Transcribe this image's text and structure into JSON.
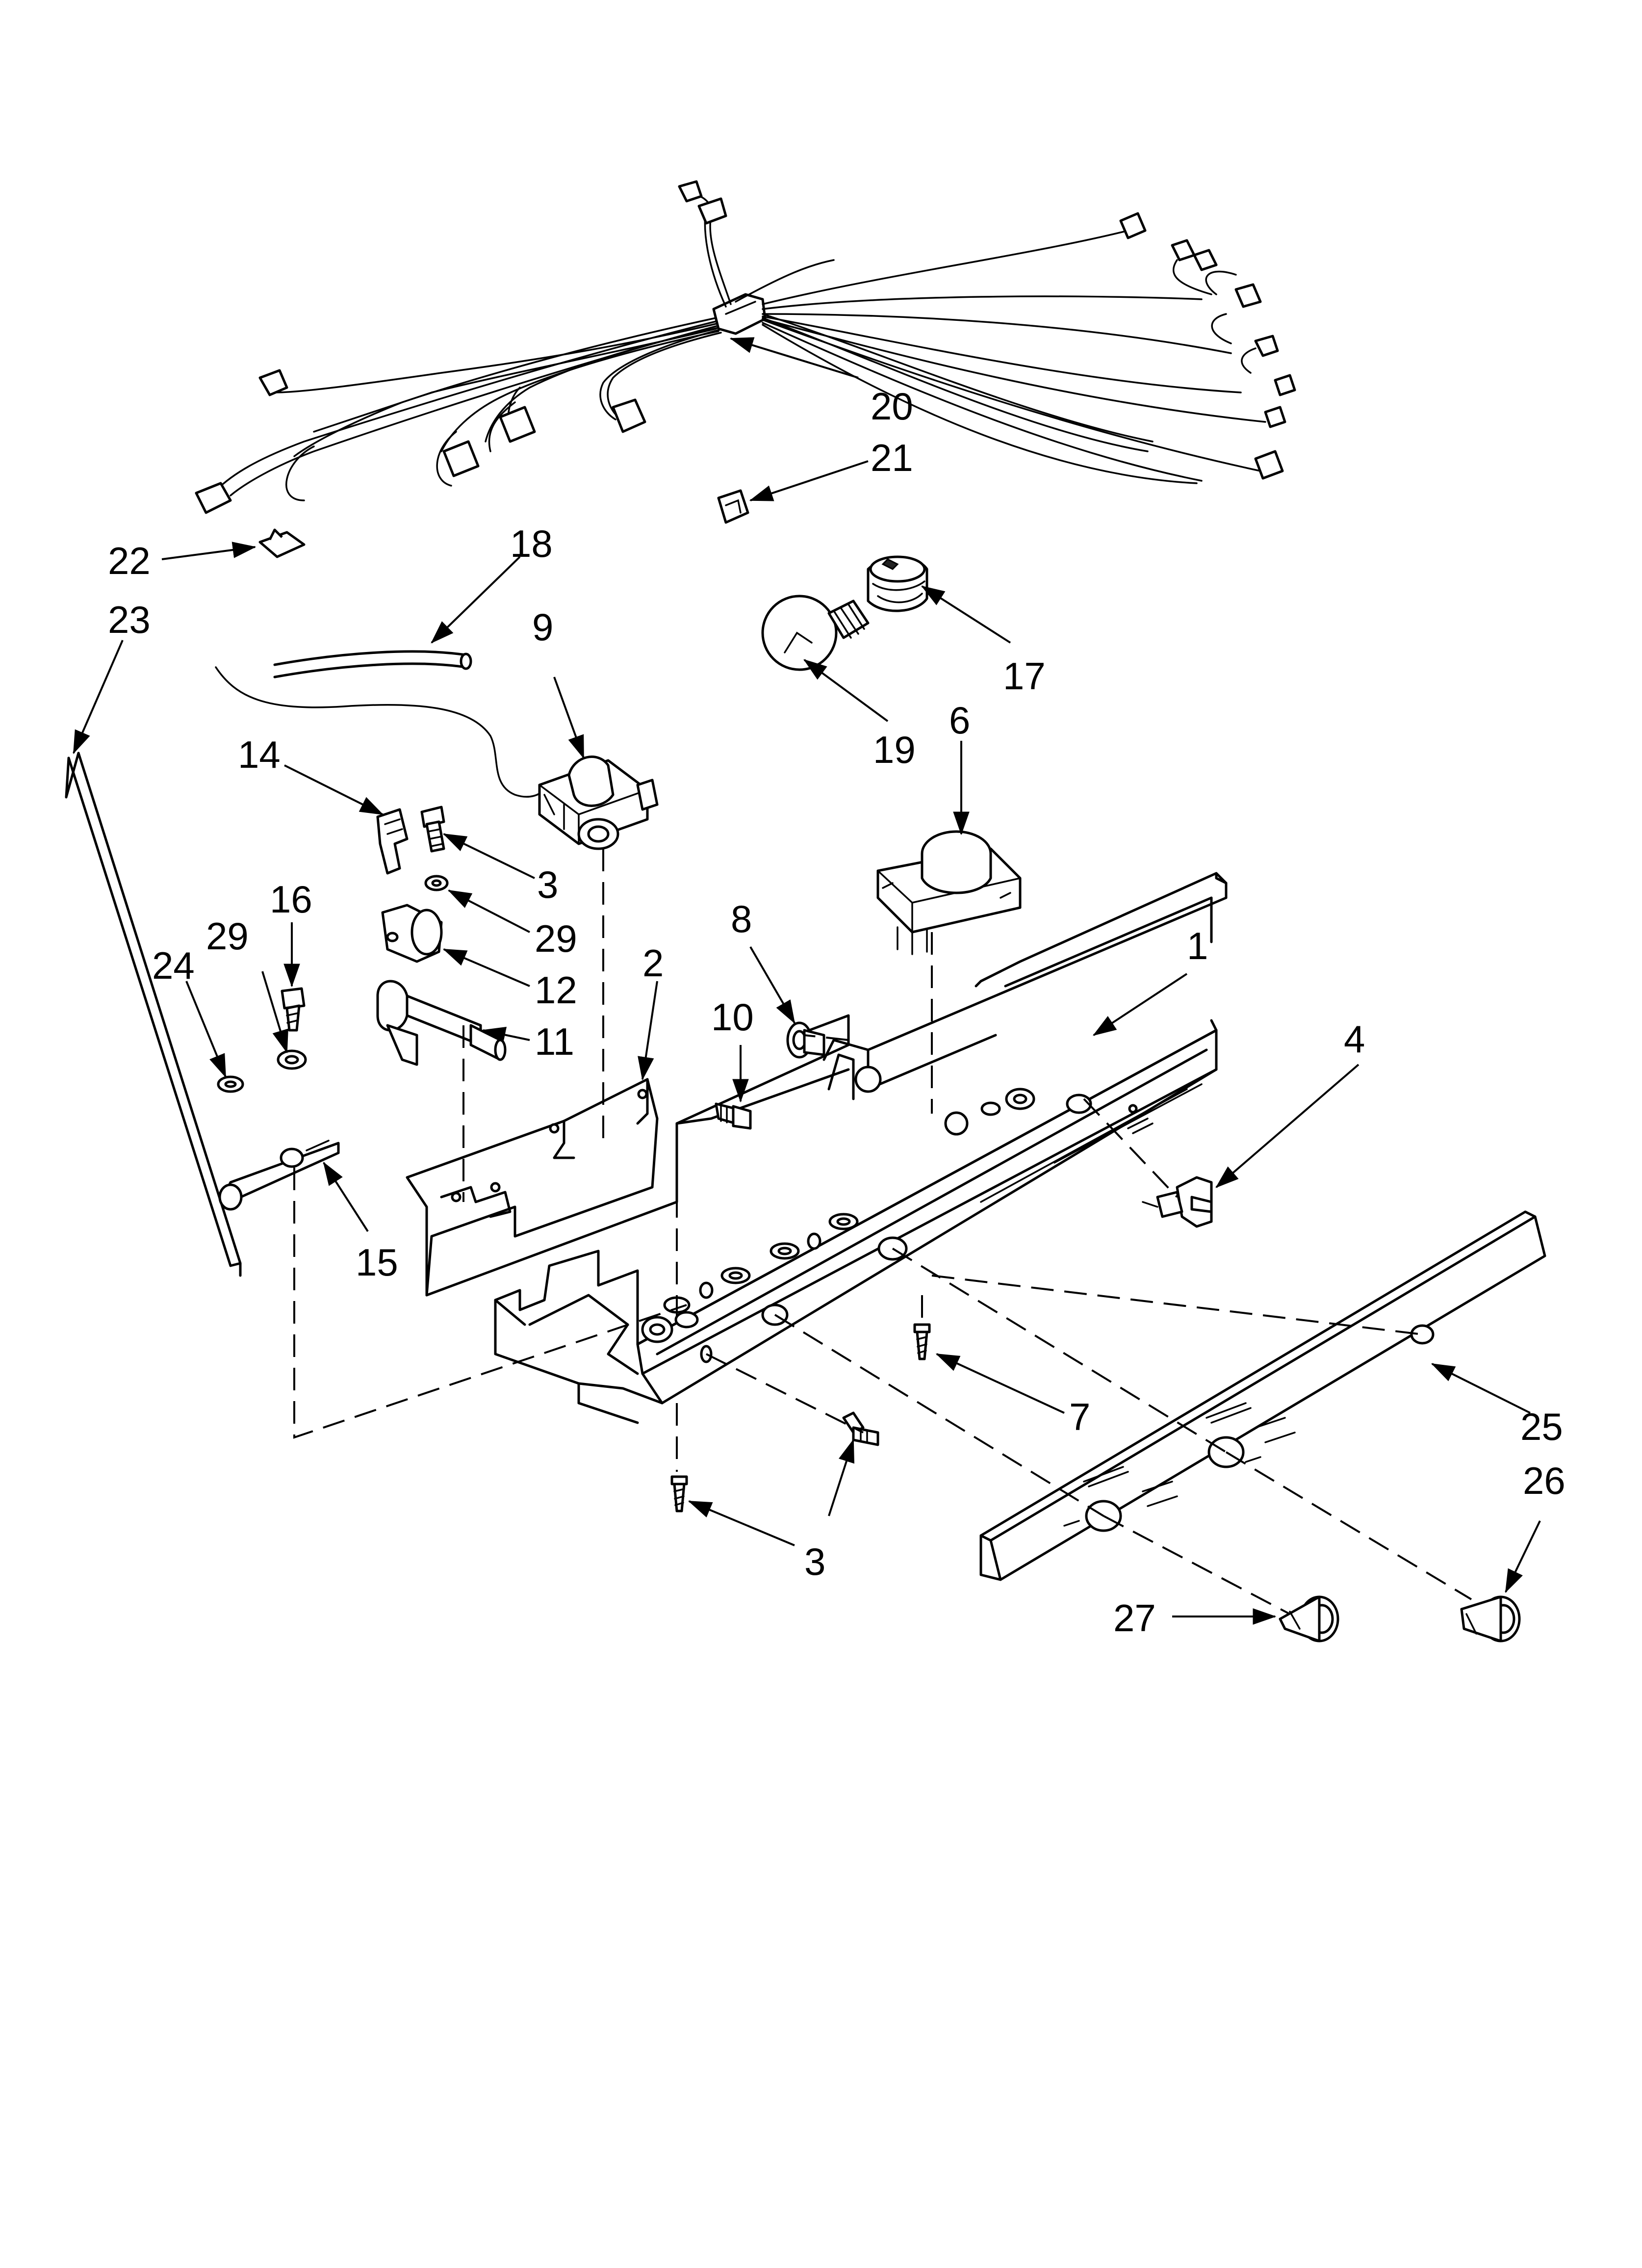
{
  "diagram": {
    "callouts": [
      {
        "id": "c20",
        "text": "20"
      },
      {
        "id": "c21",
        "text": "21"
      },
      {
        "id": "c22",
        "text": "22"
      },
      {
        "id": "c23",
        "text": "23"
      },
      {
        "id": "c18",
        "text": "18"
      },
      {
        "id": "c9",
        "text": "9"
      },
      {
        "id": "c17",
        "text": "17"
      },
      {
        "id": "c19",
        "text": "19"
      },
      {
        "id": "c6",
        "text": "6"
      },
      {
        "id": "c14",
        "text": "14"
      },
      {
        "id": "c3a",
        "text": "3"
      },
      {
        "id": "c29a",
        "text": "29"
      },
      {
        "id": "c12",
        "text": "12"
      },
      {
        "id": "c11",
        "text": "11"
      },
      {
        "id": "c16",
        "text": "16"
      },
      {
        "id": "c29b",
        "text": "29"
      },
      {
        "id": "c24",
        "text": "24"
      },
      {
        "id": "c15",
        "text": "15"
      },
      {
        "id": "c2",
        "text": "2"
      },
      {
        "id": "c8",
        "text": "8"
      },
      {
        "id": "c10",
        "text": "10"
      },
      {
        "id": "c1",
        "text": "1"
      },
      {
        "id": "c4",
        "text": "4"
      },
      {
        "id": "c7",
        "text": "7"
      },
      {
        "id": "c25",
        "text": "25"
      },
      {
        "id": "c26",
        "text": "26"
      },
      {
        "id": "c3b",
        "text": "3"
      },
      {
        "id": "c27",
        "text": "27"
      }
    ]
  }
}
